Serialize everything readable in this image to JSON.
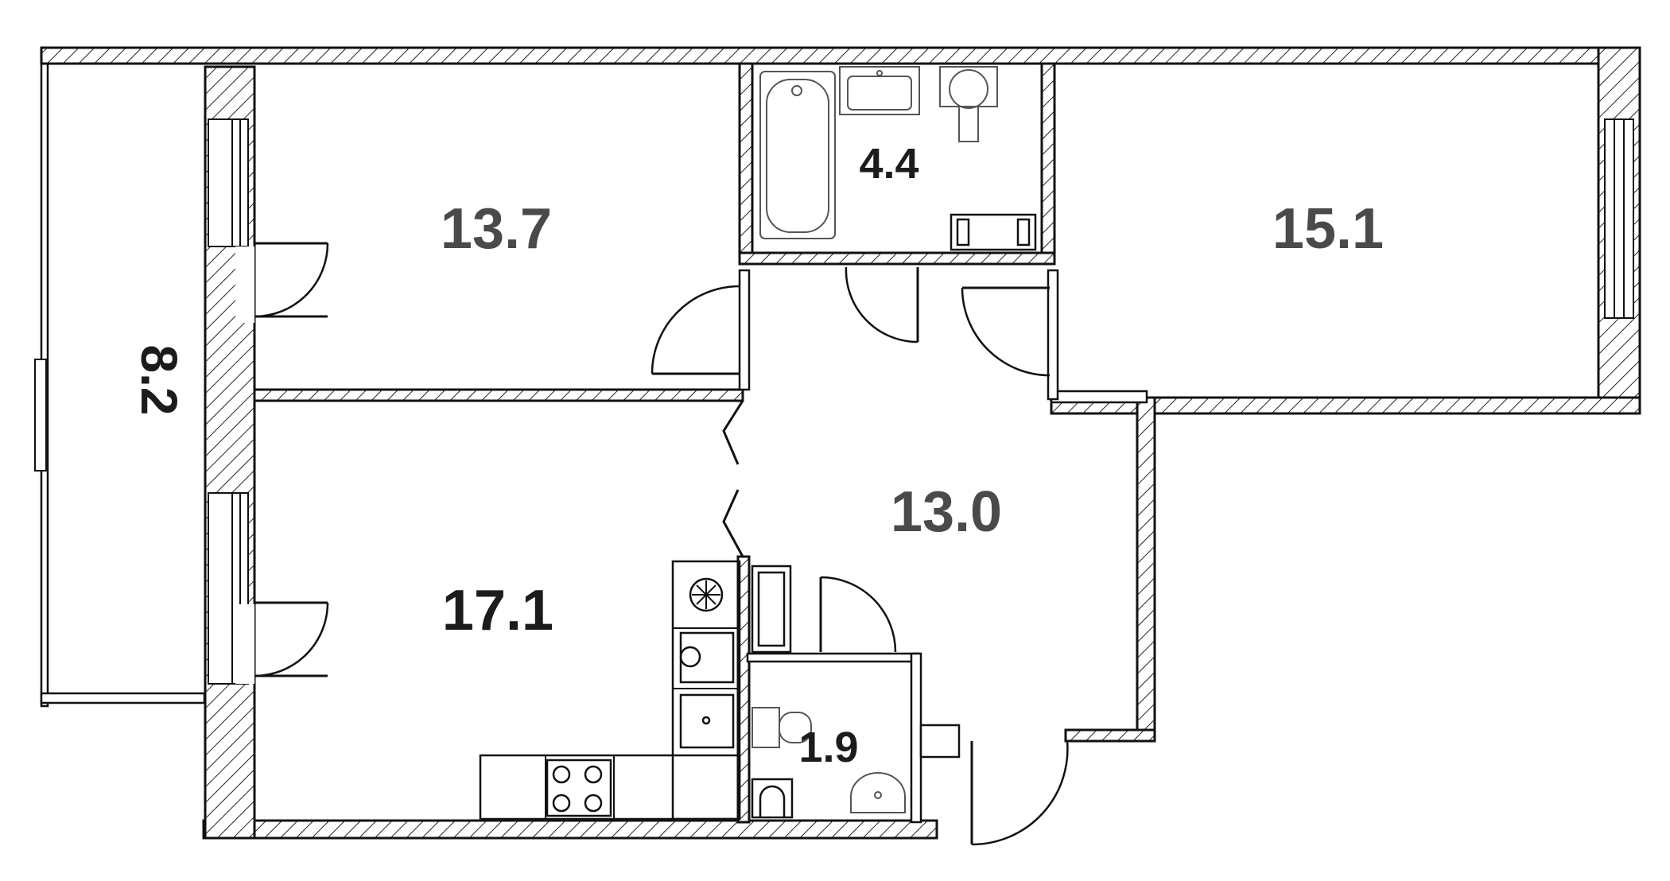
{
  "plan": {
    "rooms": [
      {
        "id": "balcony",
        "area": "8.2"
      },
      {
        "id": "bedroom-left",
        "area": "13.7"
      },
      {
        "id": "bathroom",
        "area": "4.4"
      },
      {
        "id": "bedroom-right",
        "area": "15.1"
      },
      {
        "id": "hall",
        "area": "13.0"
      },
      {
        "id": "kitchen-living",
        "area": "17.1"
      },
      {
        "id": "wc",
        "area": "1.9"
      }
    ],
    "colors": {
      "wall_stroke": "#111111",
      "label": "#4a4a4a",
      "background": "#ffffff"
    }
  }
}
